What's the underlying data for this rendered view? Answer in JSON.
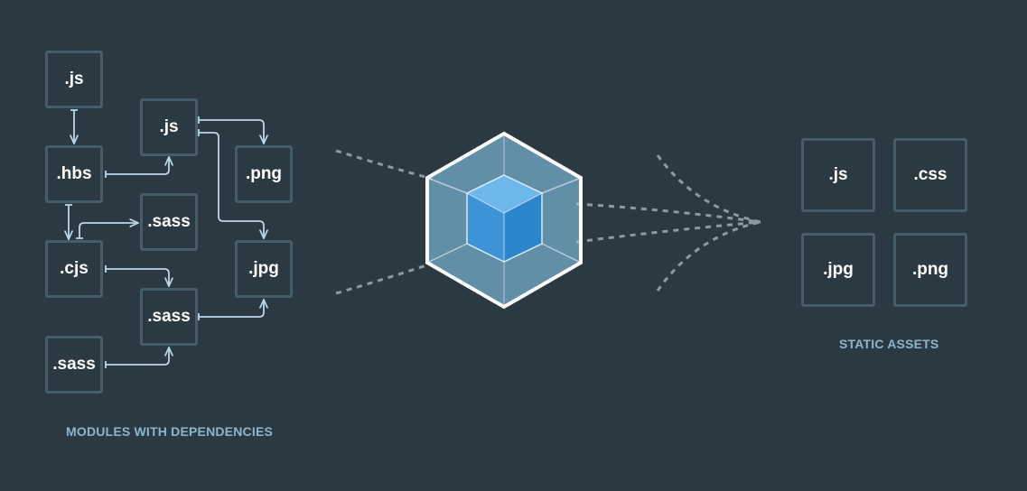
{
  "colors": {
    "background": "#2b3a42",
    "box_border": "#465e69",
    "connector": "#bcd6e6",
    "caption": "#8eb5cb",
    "dashes": "#8a9ba4",
    "cube_outer": "#8ed6fb",
    "cube_inner": "#1c78c0"
  },
  "modules": {
    "caption": "MODULES WITH DEPENDENCIES",
    "items": [
      {
        "id": "js-top",
        "label": ".js"
      },
      {
        "id": "js-mid",
        "label": ".js"
      },
      {
        "id": "hbs",
        "label": ".hbs"
      },
      {
        "id": "png",
        "label": ".png"
      },
      {
        "id": "sass-a",
        "label": ".sass"
      },
      {
        "id": "cjs",
        "label": ".cjs"
      },
      {
        "id": "jpg",
        "label": ".jpg"
      },
      {
        "id": "sass-b",
        "label": ".sass"
      },
      {
        "id": "sass-c",
        "label": ".sass"
      }
    ]
  },
  "center": {
    "logo": "webpack-cube-icon"
  },
  "assets": {
    "caption": "STATIC ASSETS",
    "items": [
      {
        "id": "js",
        "label": ".js"
      },
      {
        "id": "css",
        "label": ".css"
      },
      {
        "id": "jpg",
        "label": ".jpg"
      },
      {
        "id": "png",
        "label": ".png"
      }
    ]
  }
}
